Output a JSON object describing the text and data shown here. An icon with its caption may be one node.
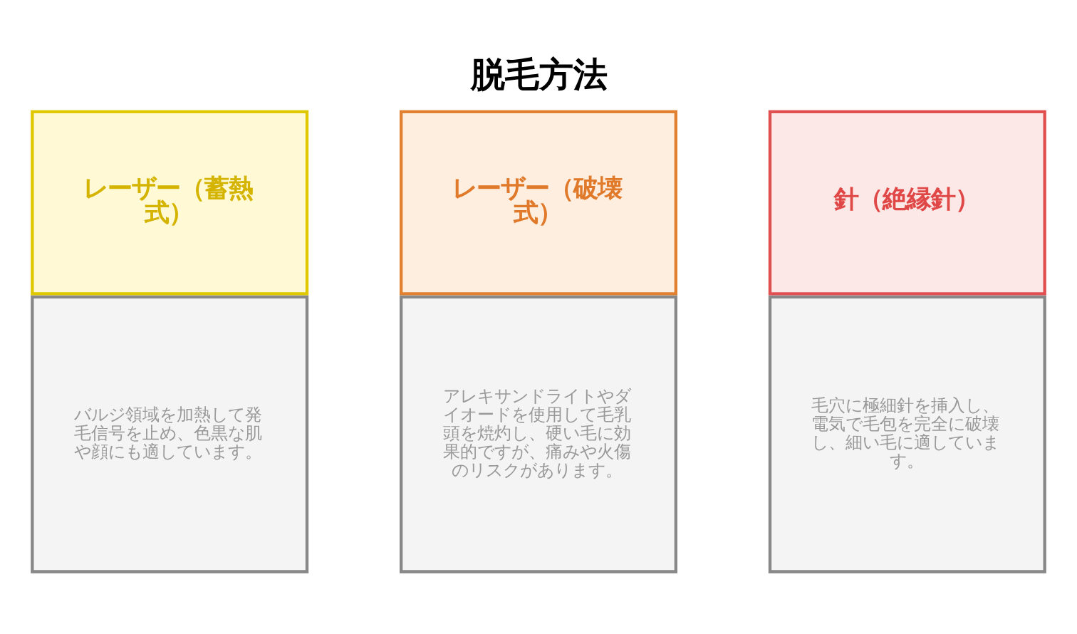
{
  "diagram": {
    "title": "脱毛方法",
    "nodes": [
      {
        "text": [
          "レーザー（蓄熱式）",
          "バルジ領域を加熱して発毛信号を止め、色黒な肌や顔にも適しています。"
        ]
      },
      {
        "text": [
          "レーザー（破壊式）",
          "アレキサンドライトやダイオードを使用して毛乳頭を焼灼し、硬い毛に効果的ですが、痛みや火傷のリスクがあります。"
        ]
      },
      {
        "text": [
          "針（絶縁針）",
          "毛穴に極細針を挿入し、電気で毛包を完全に破壊し、細い毛に適しています。"
        ]
      }
    ],
    "edges": []
  }
}
